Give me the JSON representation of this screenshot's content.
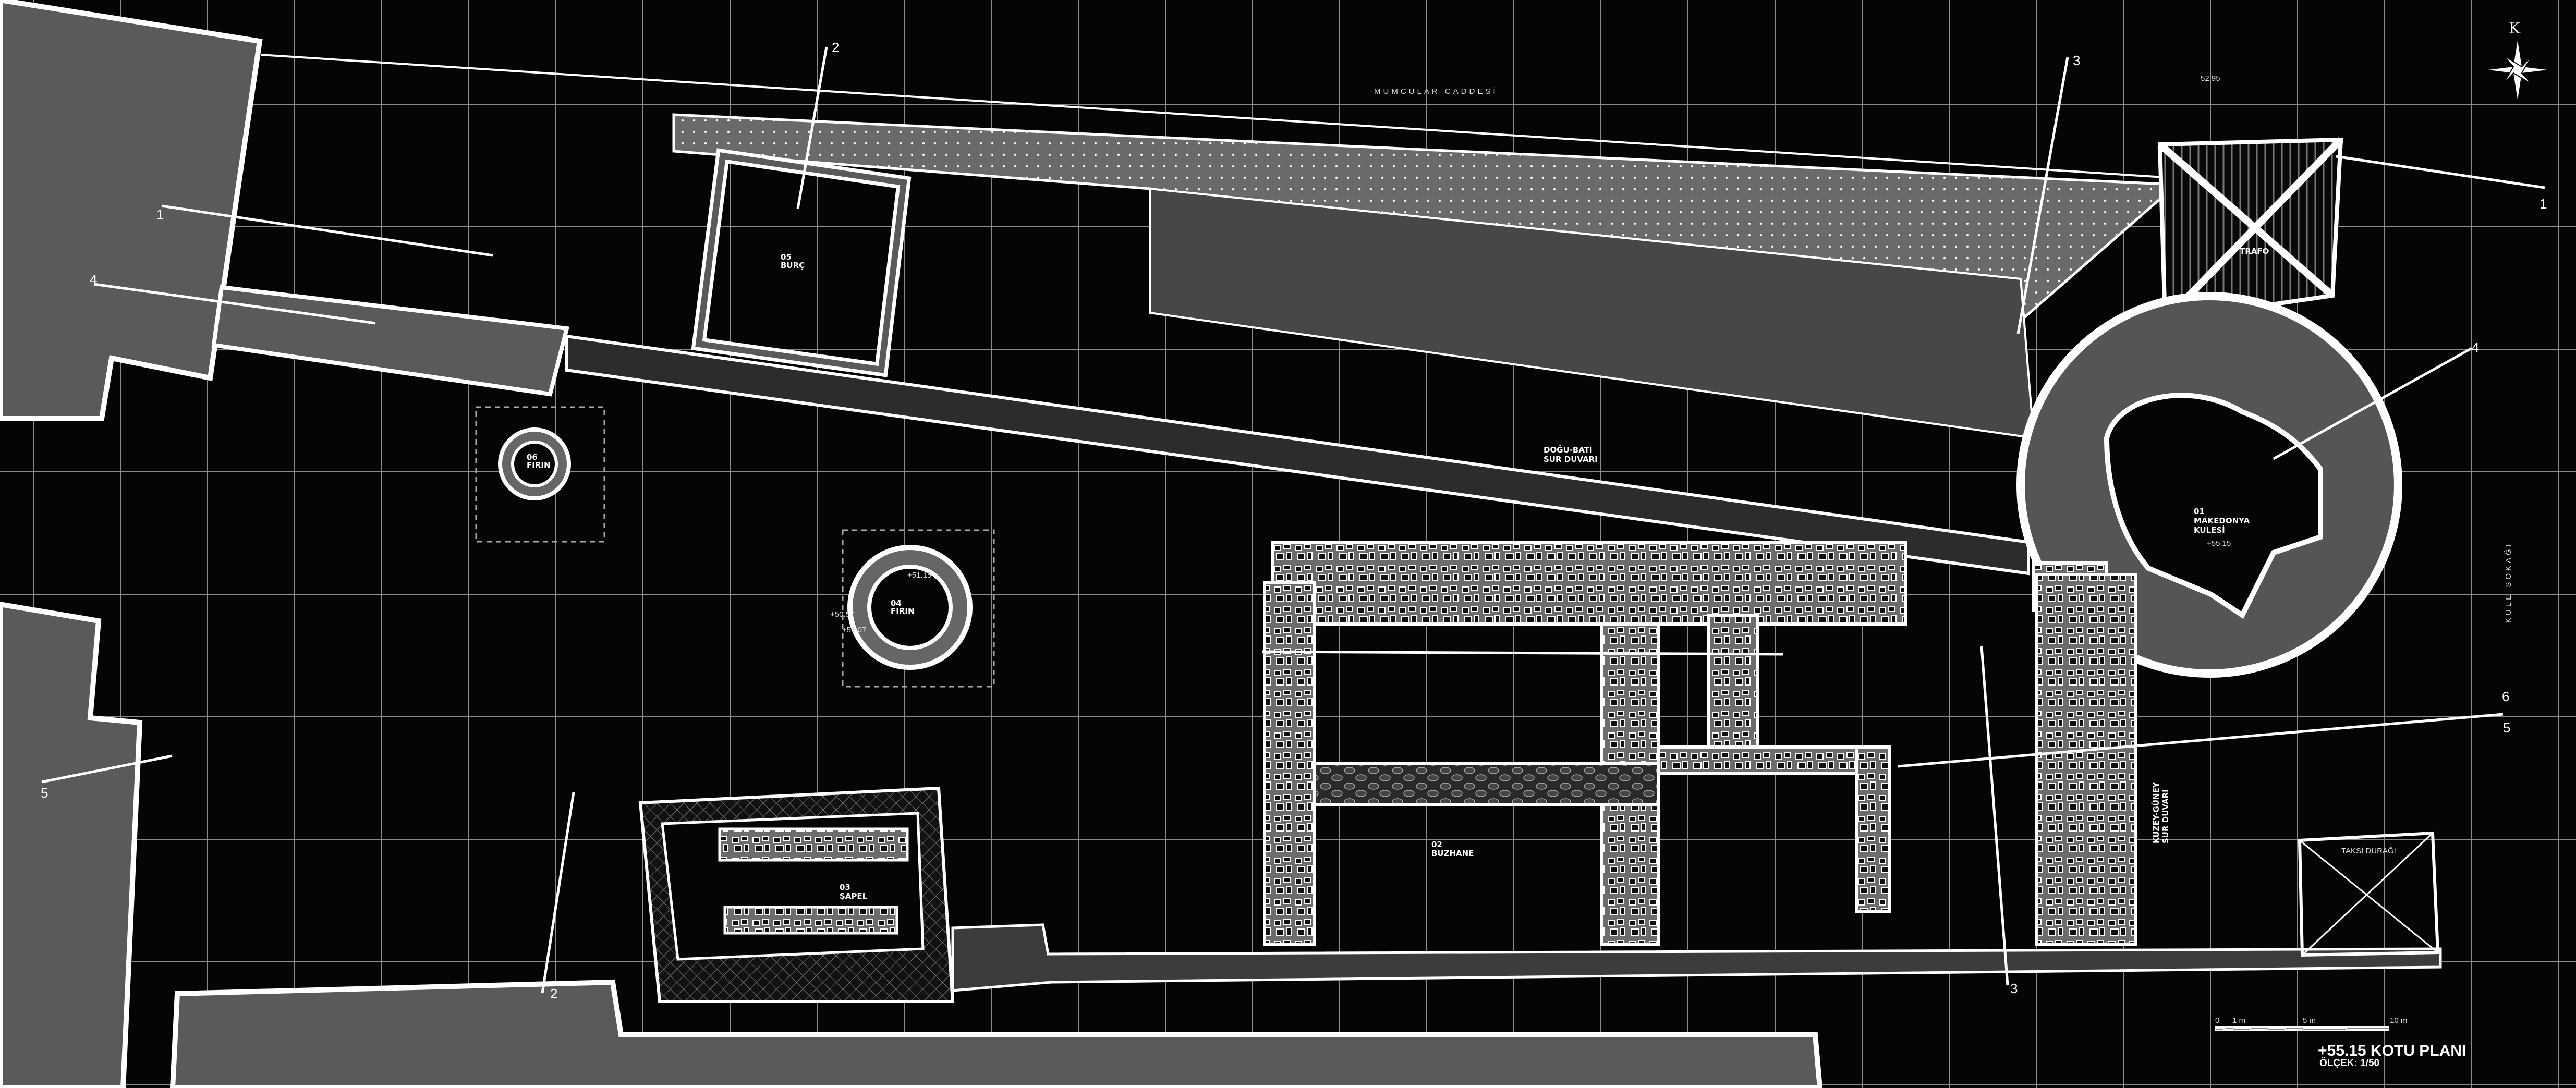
{
  "plan": {
    "title": "+55.15 KOTU PLANI",
    "scale_text": "ÖLÇEK: 1/50",
    "north_label": "K",
    "scale_bar": {
      "labels": [
        "0",
        "1 m",
        "5 m",
        "10 m"
      ]
    }
  },
  "streets": {
    "north": "MUMCULAR CADDESİ",
    "east": "KULE SOKAĞI"
  },
  "elevation_top": "52.95",
  "spaces": [
    {
      "number": "01",
      "name_line1": "MAKEDONYA",
      "name_line2": "KULESİ"
    },
    {
      "number": "02",
      "name": "BUZHANE"
    },
    {
      "number": "03",
      "name": "ŞAPEL"
    },
    {
      "number": "04",
      "name": "FIRIN"
    },
    {
      "number": "05",
      "name": "BURÇ"
    },
    {
      "number": "06",
      "name": "FIRIN"
    }
  ],
  "walls": {
    "east_west_line1": "DOĞU-BATI",
    "east_west_line2": "SUR DUVARI",
    "north_south_line1": "KUZEY-GÜNEY",
    "north_south_line2": "SUR DUVARI"
  },
  "features": {
    "transformer": "TRAFO",
    "taxi_stand": "TAKSİ DURAĞI"
  },
  "levels": [
    "+55.15",
    "+51.15",
    "+50.57",
    "+51.07"
  ],
  "section_markers": [
    "1",
    "2",
    "3",
    "4",
    "5",
    "6"
  ],
  "colors": {
    "background": "#050505",
    "fill": "#5a5a5a",
    "line": "#ffffff",
    "grid": "#9a9a9a"
  }
}
